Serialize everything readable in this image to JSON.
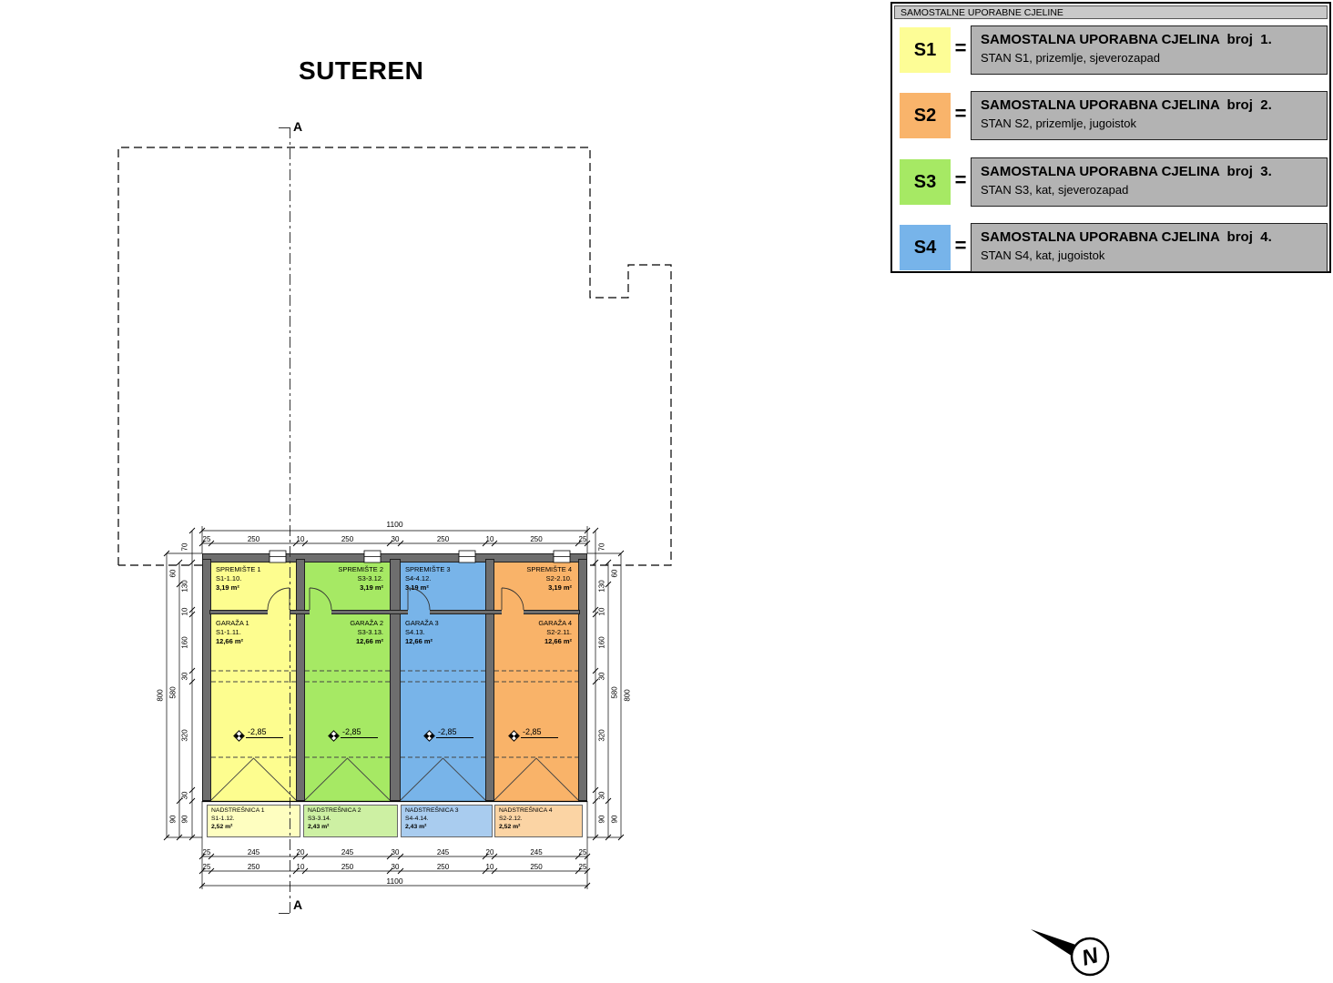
{
  "page": {
    "title": "SUTEREN"
  },
  "section": {
    "label": "A"
  },
  "legend": {
    "header": "SAMOSTALNE UPORABNE CJELINE",
    "equals": "=",
    "items": [
      {
        "code": "S1",
        "color": "#FDFD96",
        "title": "SAMOSTALNA UPORABNA CJELINA  broj  1.",
        "subtitle": "STAN S1, prizemlje, sjeverozapad"
      },
      {
        "code": "S2",
        "color": "#F9B46B",
        "title": "SAMOSTALNA UPORABNA CJELINA  broj  2.",
        "subtitle": "STAN S2, prizemlje, jugoistok"
      },
      {
        "code": "S3",
        "color": "#A6E964",
        "title": "SAMOSTALNA UPORABNA CJELINA  broj  3.",
        "subtitle": "STAN S3, kat, sjeverozapad"
      },
      {
        "code": "S4",
        "color": "#77B4EA",
        "title": "SAMOSTALNA UPORABNA CJELINA  broj  4.",
        "subtitle": "STAN S4, kat, jugoistok"
      }
    ]
  },
  "plan": {
    "units": [
      {
        "color": "#FDFD8F",
        "light": "#FEFEC0",
        "spremiste_name": "SPREMIŠTE 1",
        "spremiste_code": "S1-1.10.",
        "spremiste_area": "3,19 m²",
        "garaza_name": "GARAŽA 1",
        "garaza_code": "S1-1.11.",
        "garaza_area": "12,66 m²",
        "level": "-2,85",
        "nads_name": "NADSTREŠNICA 1",
        "nads_code": "S1-1.12.",
        "nads_area": "2,52 m²"
      },
      {
        "color": "#A6E964",
        "light": "#CDF0A3",
        "spremiste_name": "SPREMIŠTE 2",
        "spremiste_code": "S3-3.12.",
        "spremiste_area": "3,19 m²",
        "garaza_name": "GARAŽA 2",
        "garaza_code": "S3-3.13.",
        "garaza_area": "12,66 m²",
        "level": "-2,85",
        "nads_name": "NADSTREŠNICA 2",
        "nads_code": "S3-3.14.",
        "nads_area": "2,43 m²"
      },
      {
        "color": "#78B4E9",
        "light": "#A9CCEF",
        "spremiste_name": "SPREMIŠTE 3",
        "spremiste_code": "S4-4.12.",
        "spremiste_area": "3,19 m²",
        "garaza_name": "GARAŽA 3",
        "garaza_code": "S4.13.",
        "garaza_area": "12,66 m²",
        "level": "-2,85",
        "nads_name": "NADSTREŠNICA 3",
        "nads_code": "S4-4.14.",
        "nads_area": "2,43 m²"
      },
      {
        "color": "#F9B369",
        "light": "#FBD4A4",
        "spremiste_name": "SPREMIŠTE 4",
        "spremiste_code": "S2-2.10.",
        "spremiste_area": "3,19 m²",
        "garaza_name": "GARAŽA 4",
        "garaza_code": "S2-2.11.",
        "garaza_area": "12,66 m²",
        "level": "-2,85",
        "nads_name": "NADSTREŠNICA 4",
        "nads_code": "S2-2.12.",
        "nads_area": "2,52 m²"
      }
    ],
    "dims": {
      "top_total": "1100",
      "top": [
        "25",
        "250",
        "10",
        "250",
        "30",
        "250",
        "10",
        "250",
        "25"
      ],
      "bottom1": [
        "25",
        "245",
        "20",
        "245",
        "30",
        "245",
        "20",
        "245",
        "25"
      ],
      "bottom2": [
        "25",
        "250",
        "10",
        "250",
        "30",
        "250",
        "10",
        "250",
        "25"
      ],
      "bottom_total": "1100",
      "left_inner": [
        "70",
        "130",
        "10",
        "160",
        "30",
        "320",
        "30",
        "90"
      ],
      "left_mid": [
        "60",
        "580",
        "90"
      ],
      "left_outer": [
        "800"
      ],
      "right_inner": [
        "70",
        "130",
        "10",
        "160",
        "30",
        "320",
        "30",
        "90"
      ],
      "right_mid": [
        "60",
        "580",
        "90"
      ],
      "right_outer": [
        "800"
      ]
    }
  },
  "north": {
    "label": "N"
  }
}
